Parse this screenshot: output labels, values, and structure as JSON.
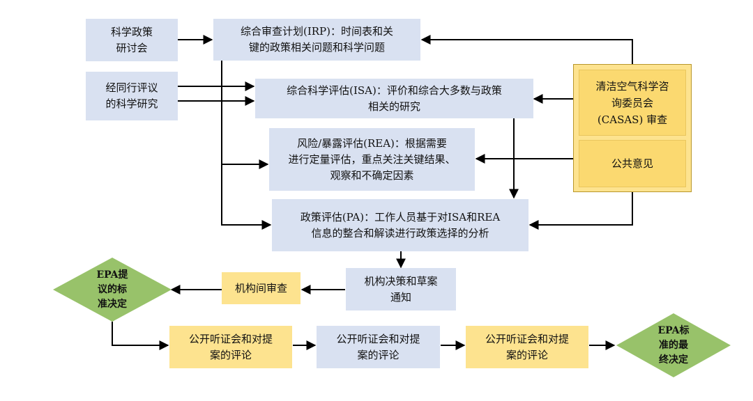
{
  "boxes": {
    "policy_workshop": "科学政策\n研讨会",
    "peer_reviewed": "经同行评议\n的科学研究",
    "irp": "综合审查计划(IRP)：时间表和关\n键的政策相关问题和科学问题",
    "isa": "综合科学评估(ISA)：评价和综合大多数与政策\n相关的研究",
    "rea": "风险/暴露评估(REA)：根据需要\n进行定量评估，重点关注关键结果、\n观察和不确定因素",
    "pa": "政策评估(PA)：工作人员基于对ISA和REA\n信息的整合和解读进行政策选择的分析",
    "agency_decision": "机构决策和草案\n通知",
    "interagency_review": "机构间审查",
    "hearing_1": "公开听证会和对提\n案的评论",
    "hearing_2": "公开听证会和对提\n案的评论",
    "hearing_3": "公开听证会和对提\n案的评论"
  },
  "casac": {
    "review": "清洁空气科学咨\n询委员会\n(CASAS) 审查",
    "public_comment": "公共意见"
  },
  "diamonds": {
    "proposed": "EPA提\n议的标\n准决定",
    "final": "EPA标\n准的最\n终决定"
  },
  "colors": {
    "blue_box": "#d9e1f1",
    "yellow_box": "#fde38f",
    "diamond": "#98c26a",
    "arrow": "#000000"
  }
}
